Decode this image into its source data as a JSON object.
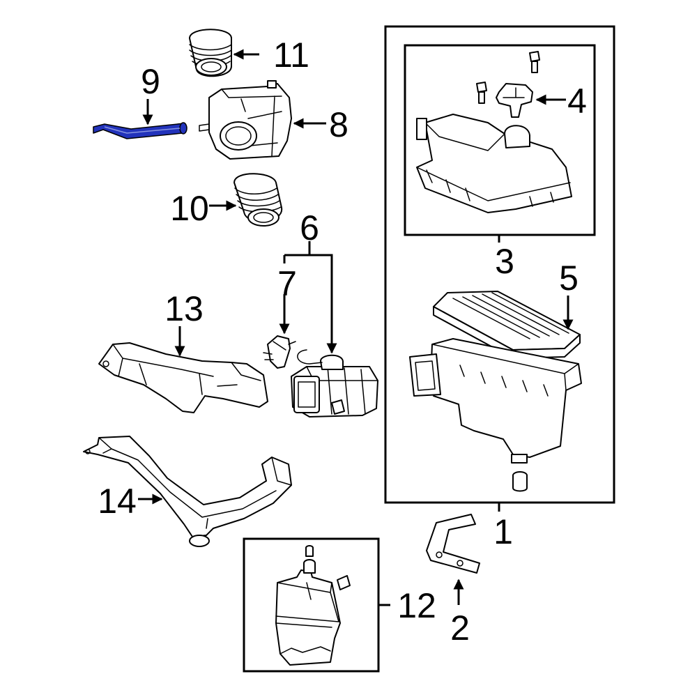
{
  "diagram": {
    "highlight_color": "#2233bb",
    "line_color": "#000000",
    "background": "#ffffff",
    "callouts": {
      "c1": "1",
      "c2": "2",
      "c3": "3",
      "c4": "4",
      "c5": "5",
      "c6": "6",
      "c7": "7",
      "c8": "8",
      "c9": "9",
      "c10": "10",
      "c11": "11",
      "c12": "12",
      "c13": "13",
      "c14": "14"
    }
  }
}
